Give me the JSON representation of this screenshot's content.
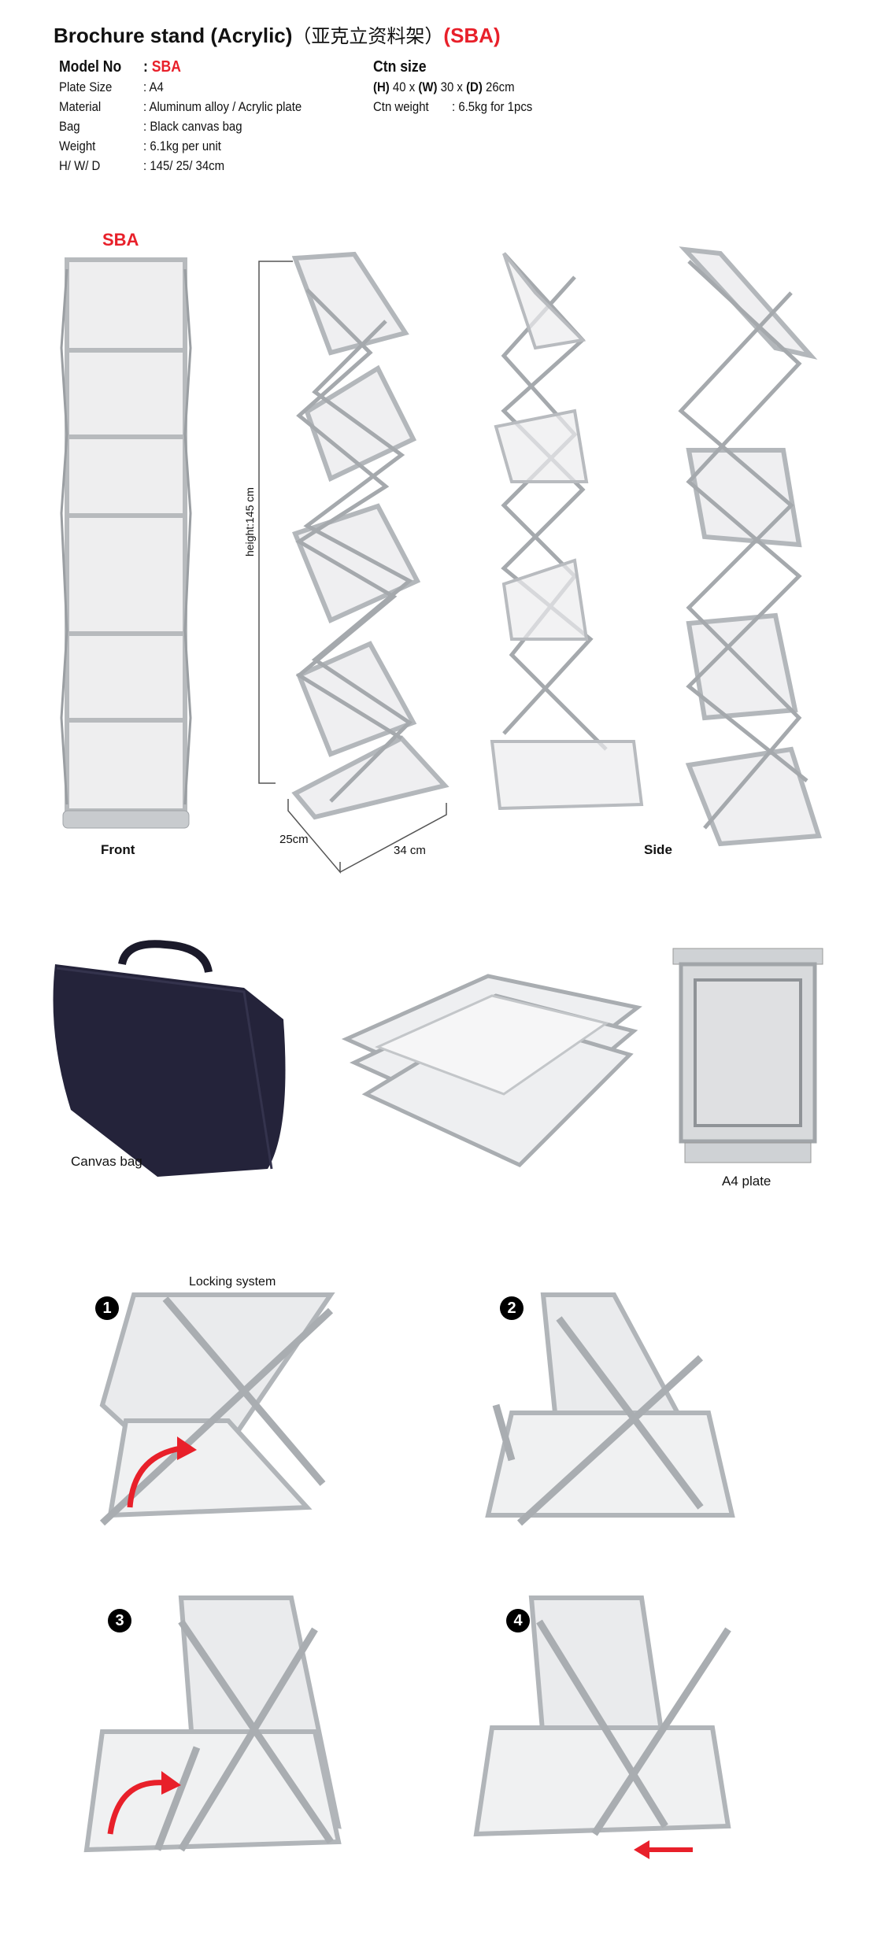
{
  "header": {
    "title": "Brochure stand  (Acrylic)",
    "title_cn": "（亚克立资料架）",
    "title_model": "(SBA)"
  },
  "specs": {
    "model_label": "Model No",
    "model_value": "SBA",
    "rows": [
      {
        "label": "Plate Size",
        "value": ": A4"
      },
      {
        "label": "Material",
        "value": ": Aluminum alloy / Acrylic plate"
      },
      {
        "label": "Bag",
        "value": ": Black canvas bag"
      },
      {
        "label": "Weight",
        "value": ": 6.1kg per unit"
      },
      {
        "label": "H/ W/ D",
        "value": ": 145/ 25/ 34cm"
      }
    ],
    "ctn_title": "Ctn size",
    "ctn_h": "(H)",
    "ctn_h_val": " 40 x ",
    "ctn_w": "(W)",
    "ctn_w_val": " 30 x ",
    "ctn_d": "(D)",
    "ctn_d_val": " 26cm",
    "ctn_weight_label": "Ctn weight",
    "ctn_weight_value": ": 6.5kg for 1pcs"
  },
  "views": {
    "front_model": "SBA",
    "front_label": "Front",
    "height_label": "height:145 cm",
    "depth_label": "25cm",
    "width_label": "34 cm",
    "side_label": "Side"
  },
  "accessories": {
    "bag_label": "Canvas bag",
    "plate_label": "A4 plate"
  },
  "locking": {
    "title": "Locking system",
    "steps": [
      "1",
      "2",
      "3",
      "4"
    ]
  },
  "colors": {
    "accent": "#e8202a",
    "metal": "#c9ccd0",
    "bag": "#24233a"
  }
}
